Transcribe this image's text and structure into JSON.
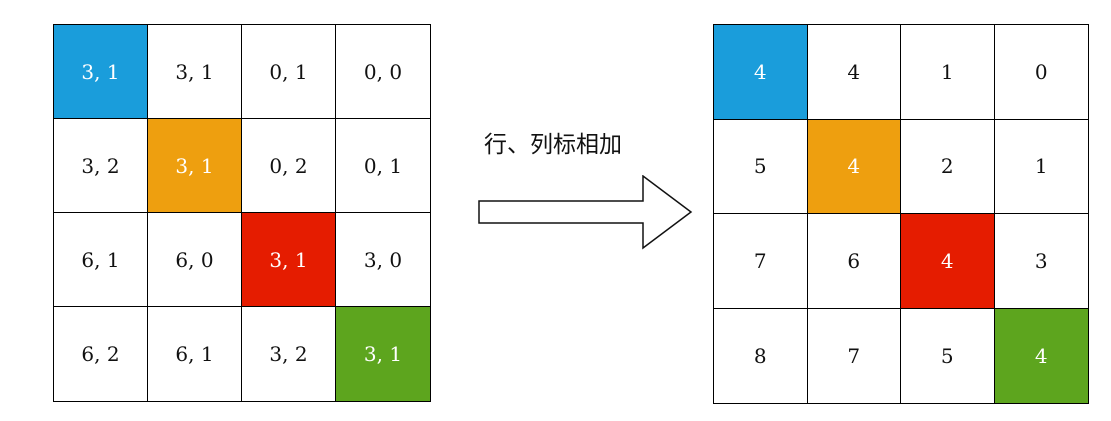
{
  "colors": {
    "blue": "#1a9ddb",
    "orange": "#ee9f0f",
    "red": "#e51c00",
    "green": "#5da51e"
  },
  "left_grid": {
    "rows": [
      [
        {
          "text": "3, 1",
          "hl": "blue"
        },
        {
          "text": "3, 1"
        },
        {
          "text": "0, 1"
        },
        {
          "text": "0, 0"
        }
      ],
      [
        {
          "text": "3, 2"
        },
        {
          "text": "3, 1",
          "hl": "orange"
        },
        {
          "text": "0, 2"
        },
        {
          "text": "0, 1"
        }
      ],
      [
        {
          "text": "6, 1"
        },
        {
          "text": "6, 0"
        },
        {
          "text": "3, 1",
          "hl": "red"
        },
        {
          "text": "3, 0"
        }
      ],
      [
        {
          "text": "6, 2"
        },
        {
          "text": "6, 1"
        },
        {
          "text": "3, 2"
        },
        {
          "text": "3, 1",
          "hl": "green"
        }
      ]
    ]
  },
  "right_grid": {
    "rows": [
      [
        {
          "text": "4",
          "hl": "blue"
        },
        {
          "text": "4"
        },
        {
          "text": "1"
        },
        {
          "text": "0"
        }
      ],
      [
        {
          "text": "5"
        },
        {
          "text": "4",
          "hl": "orange"
        },
        {
          "text": "2"
        },
        {
          "text": "1"
        }
      ],
      [
        {
          "text": "7"
        },
        {
          "text": "6"
        },
        {
          "text": "4",
          "hl": "red"
        },
        {
          "text": "3"
        }
      ],
      [
        {
          "text": "8"
        },
        {
          "text": "7"
        },
        {
          "text": "5"
        },
        {
          "text": "4",
          "hl": "green"
        }
      ]
    ]
  },
  "arrow": {
    "label": "行、列标相加",
    "icon": "right-arrow-icon"
  }
}
